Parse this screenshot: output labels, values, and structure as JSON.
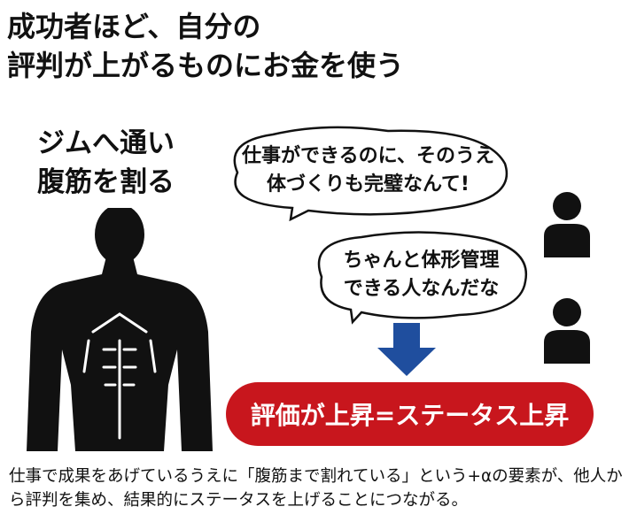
{
  "title": {
    "line1": "成功者ほど、自分の",
    "line2": "評判が上がるものにお金を使う"
  },
  "label": {
    "line1": "ジムへ通い",
    "line2": "腹筋を割る"
  },
  "bubbles": [
    {
      "line1": "仕事ができるのに、そのうえ",
      "line2": "体づくりも完璧なんて!"
    },
    {
      "line1": "ちゃんと体形管理",
      "line2": "できる人なんだな"
    }
  ],
  "result": "評価が上昇=ステータス上昇",
  "caption": "仕事で成果をあげているうえに「腹筋まで割れている」という+αの要素が、他人から評判を集め、結果的にステータスを上げることにつながる。",
  "colors": {
    "red": "#c8161d",
    "blue": "#1f4e9e"
  }
}
